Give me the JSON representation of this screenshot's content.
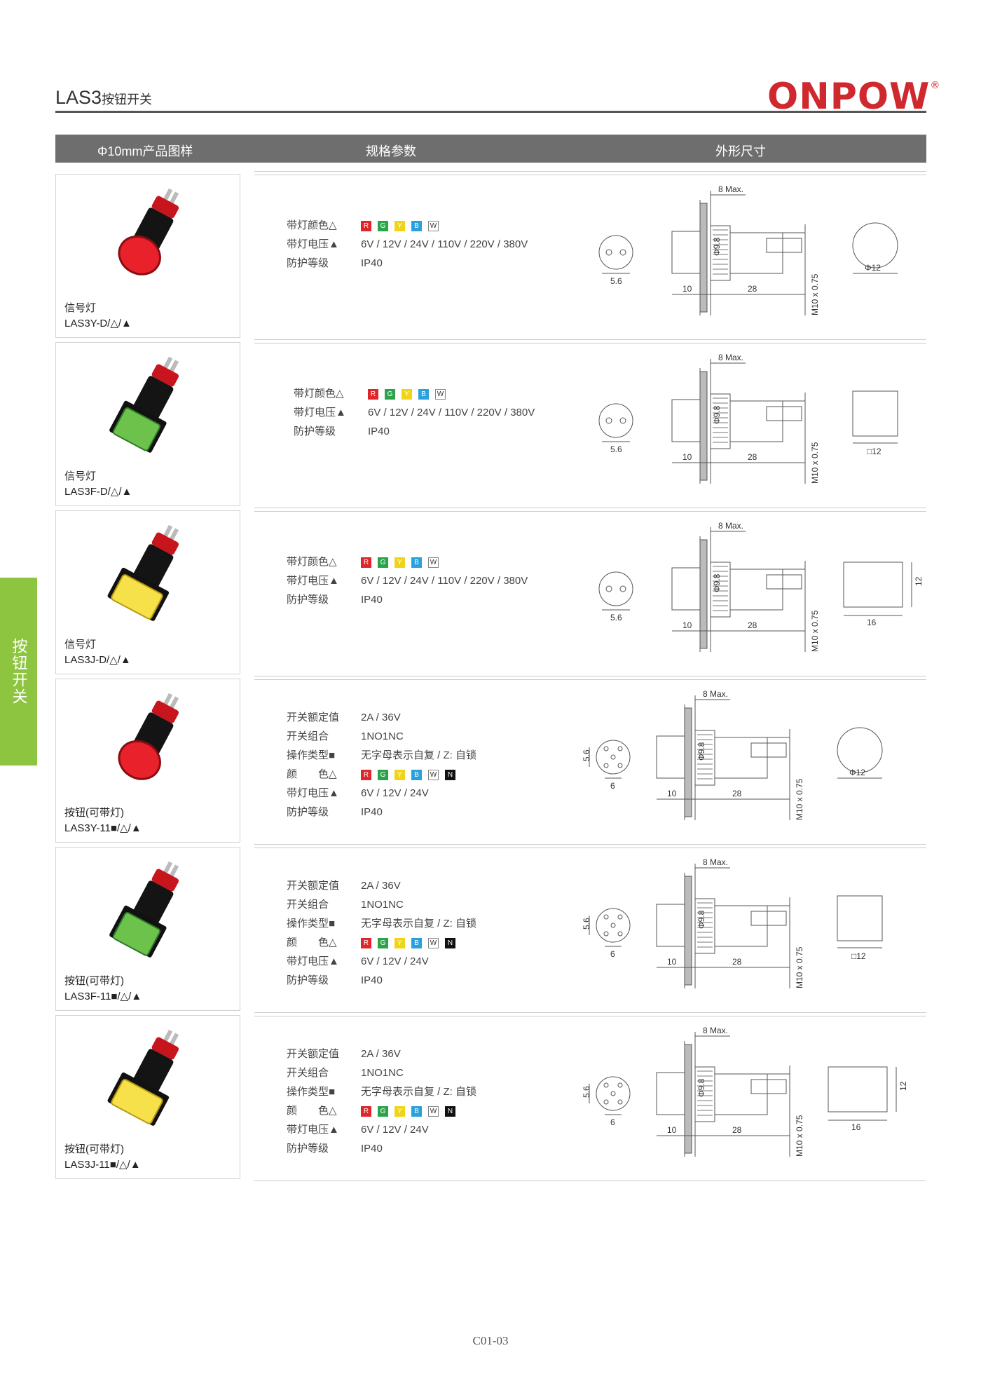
{
  "page": {
    "title_main": "LAS3",
    "title_sub": "按钮开关",
    "logo": "ONPOW",
    "logo_mark": "®",
    "side_tab": "按钮开关",
    "page_number": "C01-03"
  },
  "header": {
    "col1": "Φ10mm产品图样",
    "col2": "规格参数",
    "col3": "外形尺寸"
  },
  "colors": {
    "R": "#e0262b",
    "G": "#2aa34a",
    "Y": "#f0d419",
    "B": "#2aa1dc",
    "W": "#ffffff",
    "N": "#111111"
  },
  "dims": {
    "max": "8 Max.",
    "dia": "Φ9.8",
    "d10": "10",
    "d28": "28",
    "thread": "M10 x 0.75",
    "terminal_a": "5.6",
    "terminal_b": "6",
    "round": "Φ12",
    "square": "□12",
    "rect_w": "16",
    "rect_h": "12"
  },
  "products": [
    {
      "name": "信号灯",
      "model": "LAS3Y-D/△/▲",
      "cap_shape": "round",
      "cap_color": "red",
      "specs": [
        {
          "label": "带灯颜色△",
          "value": "",
          "swatches": [
            "R",
            "G",
            "Y",
            "B",
            "W"
          ]
        },
        {
          "label": "带灯电压▲",
          "value": "6V / 12V / 24V / 110V / 220V / 380V"
        },
        {
          "label": "防护等级",
          "value": "IP40"
        }
      ]
    },
    {
      "name": "信号灯",
      "model": "LAS3F-D/△/▲",
      "cap_shape": "square",
      "cap_color": "green",
      "specs": [
        {
          "label": "带灯颜色△",
          "value": "",
          "swatches": [
            "R",
            "G",
            "Y",
            "B",
            "W"
          ]
        },
        {
          "label": "带灯电压▲",
          "value": "6V / 12V / 24V / 110V / 220V / 380V"
        },
        {
          "label": "防护等级",
          "value": "IP40"
        }
      ]
    },
    {
      "name": "信号灯",
      "model": "LAS3J-D/△/▲",
      "cap_shape": "rect",
      "cap_color": "yellow",
      "specs": [
        {
          "label": "带灯颜色△",
          "value": "",
          "swatches": [
            "R",
            "G",
            "Y",
            "B",
            "W"
          ]
        },
        {
          "label": "带灯电压▲",
          "value": "6V / 12V / 24V / 110V / 220V / 380V"
        },
        {
          "label": "防护等级",
          "value": "IP40"
        }
      ]
    },
    {
      "name": "按钮(可带灯)",
      "model": "LAS3Y-11■/△/▲",
      "cap_shape": "round",
      "cap_color": "red",
      "specs": [
        {
          "label": "开关额定值",
          "value": "2A / 36V"
        },
        {
          "label": "开关组合",
          "value": "1NO1NC"
        },
        {
          "label": "操作类型■",
          "value": "无字母表示自复 / Z: 自锁"
        },
        {
          "label": "颜　　色△",
          "value": "",
          "swatches": [
            "R",
            "G",
            "Y",
            "B",
            "W",
            "N"
          ]
        },
        {
          "label": "带灯电压▲",
          "value": "6V / 12V / 24V"
        },
        {
          "label": "防护等级",
          "value": "IP40"
        }
      ]
    },
    {
      "name": "按钮(可带灯)",
      "model": "LAS3F-11■/△/▲",
      "cap_shape": "square",
      "cap_color": "green",
      "specs": [
        {
          "label": "开关额定值",
          "value": "2A / 36V"
        },
        {
          "label": "开关组合",
          "value": "1NO1NC"
        },
        {
          "label": "操作类型■",
          "value": "无字母表示自复 / Z: 自锁"
        },
        {
          "label": "颜　　色△",
          "value": "",
          "swatches": [
            "R",
            "G",
            "Y",
            "B",
            "W",
            "N"
          ]
        },
        {
          "label": "带灯电压▲",
          "value": "6V / 12V / 24V"
        },
        {
          "label": "防护等级",
          "value": "IP40"
        }
      ]
    },
    {
      "name": "按钮(可带灯)",
      "model": "LAS3J-11■/△/▲",
      "cap_shape": "rect",
      "cap_color": "yellow",
      "specs": [
        {
          "label": "开关额定值",
          "value": "2A / 36V"
        },
        {
          "label": "开关组合",
          "value": "1NO1NC"
        },
        {
          "label": "操作类型■",
          "value": "无字母表示自复 / Z: 自锁"
        },
        {
          "label": "颜　　色△",
          "value": "",
          "swatches": [
            "R",
            "G",
            "Y",
            "B",
            "W",
            "N"
          ]
        },
        {
          "label": "带灯电压▲",
          "value": "6V / 12V / 24V"
        },
        {
          "label": "防护等级",
          "value": "IP40"
        }
      ]
    }
  ]
}
